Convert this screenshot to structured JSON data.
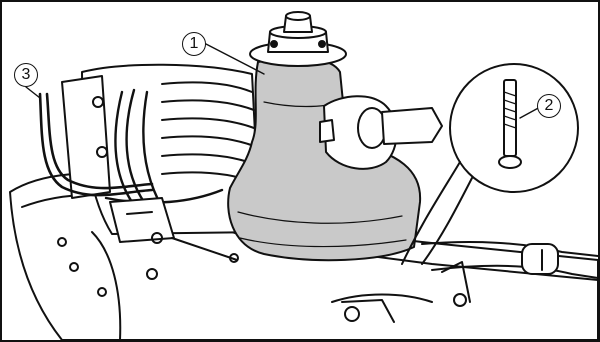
{
  "figure": {
    "callouts": [
      {
        "number": "1",
        "part": "oil-filler-tank"
      },
      {
        "number": "2",
        "part": "bolt"
      },
      {
        "number": "3",
        "part": "hose"
      }
    ],
    "colors": {
      "line": "#111111",
      "tank_fill": "#c9c9c9",
      "background": "#ffffff"
    }
  }
}
